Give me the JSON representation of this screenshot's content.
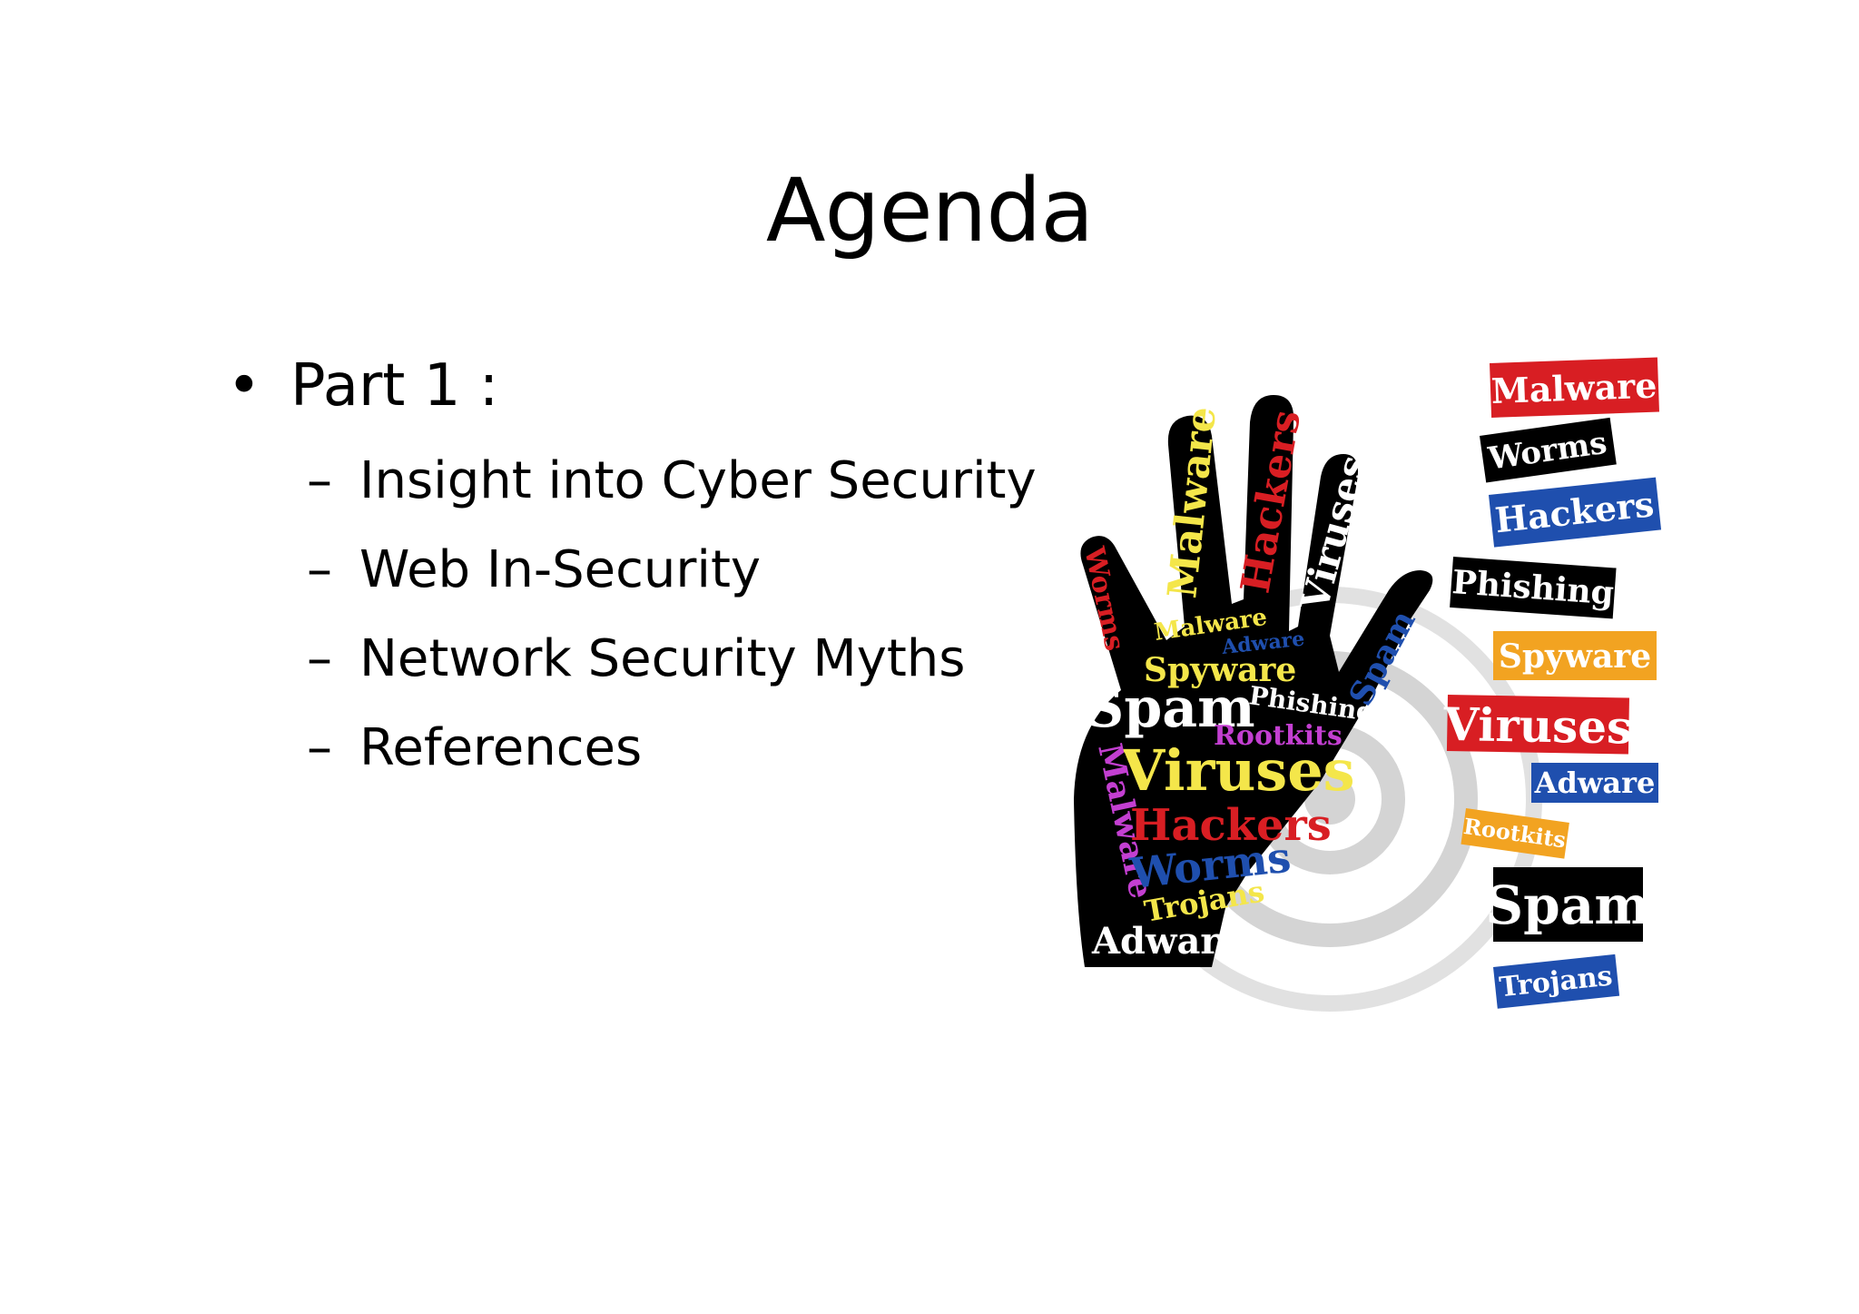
{
  "slide": {
    "title": "Agenda",
    "bullets": [
      {
        "marker": "•",
        "text": "Part 1 :"
      }
    ],
    "sub_items": [
      {
        "marker": "–",
        "text": "Insight into Cyber Security"
      },
      {
        "marker": "–",
        "text": "Web In-Security"
      },
      {
        "marker": "–",
        "text": "Network Security Myths"
      },
      {
        "marker": "–",
        "text": "References"
      }
    ]
  },
  "illustration": {
    "hand_words": {
      "thumb": "Worms",
      "index": "Malware",
      "middle": "Hackers",
      "ring": "Viruses",
      "pinky": "Spam",
      "palm": [
        "Malware",
        "Adware",
        "Spyware",
        "Spam",
        "Phishing",
        "Rootkits",
        "Viruses",
        "Malware",
        "Hackers",
        "Worms",
        "Trojans",
        "Adware"
      ]
    },
    "tags": [
      "Malware",
      "Worms",
      "Hackers",
      "Phishing",
      "Spyware",
      "Viruses",
      "Adware",
      "Rootkits",
      "Spam",
      "Trojans"
    ],
    "colors": {
      "red": "#d81e23",
      "black": "#000000",
      "blue": "#1f4fae",
      "orange": "#f2a321",
      "yellow": "#f4e64a",
      "magenta": "#c33fd1",
      "gray": "#d4d4d4"
    }
  }
}
